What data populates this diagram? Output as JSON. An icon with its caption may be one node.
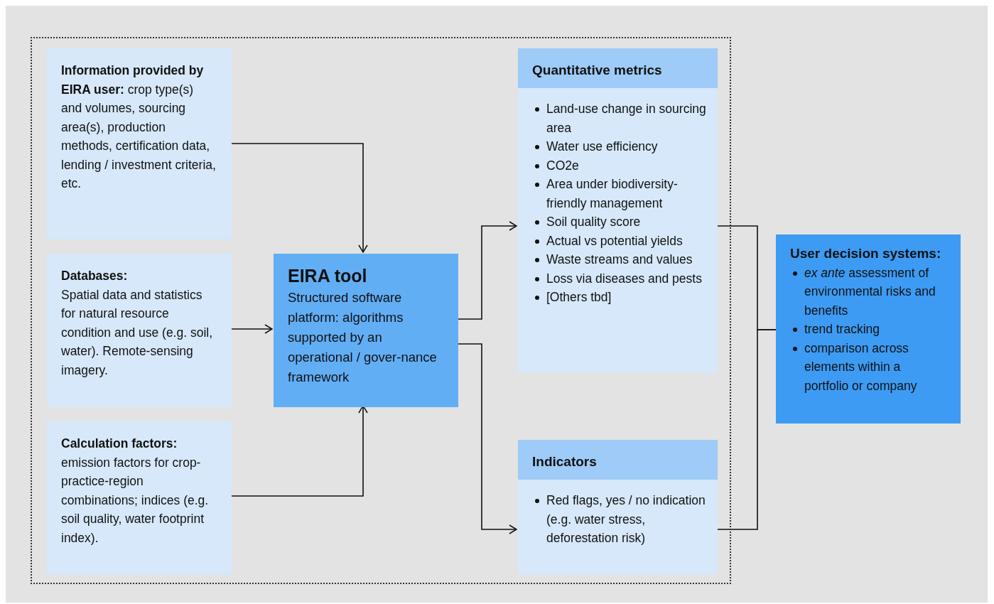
{
  "diagram": {
    "nodes": [
      {
        "text": [],
        "shape": "box"
      },
      {
        "text": [
          "**Information provided by EIRA user:** crop type(s) and volumes, sourcing area(s), production methods, certification data, lending / investment criteria, etc."
        ],
        "in": 0
      },
      {
        "text": [
          "Databases:",
          "Spatial data and statistics for natural resource condition and use (e.g. soil, water). Remote-sensing imagery."
        ],
        "in": 0
      },
      {
        "text": [
          "Calculation factors:",
          "emission factors for crop-practice-region combinations; indices (e.g. soil quality, water footprint index)."
        ],
        "in": 0
      },
      {
        "text": [
          "EIRA tool",
          "Structured software platform: algorithms supported by an operational / gover-nance framework"
        ],
        "in": 0
      },
      {
        "text": [
          "Quantitative metrics",
          "Land-use change in sourcing area",
          "Water use efficiency",
          "CO2e",
          "Area under biodiversity-friendly management",
          "Soil quality score",
          "Actual vs potential yields",
          "Waste streams and values",
          "Loss via diseases and pests",
          "[Others tbd]"
        ],
        "in": 0
      },
      {
        "text": [
          "Indicators",
          "Red flags, yes / no indication (e.g. water stress, deforestation risk)"
        ],
        "in": 0
      },
      {
        "text": [
          "User decision systems:",
          "*ex ante* assessment of environmental risks and benefits",
          "trend tracking",
          "comparison across elements within a portfolio or company"
        ]
      }
    ],
    "edges": [
      {
        "from": 1,
        "to": 4,
        "arrow": "to"
      },
      {
        "from": 2,
        "to": 4,
        "arrow": "to"
      },
      {
        "from": 3,
        "to": 4,
        "arrow": "to"
      },
      {
        "from": 4,
        "to": 5,
        "arrow": "to"
      },
      {
        "from": 4,
        "to": 6,
        "arrow": "to"
      },
      {
        "from": 5,
        "to": 7,
        "arrow": "none"
      },
      {
        "from": 6,
        "to": 7,
        "arrow": "none"
      }
    ]
  }
}
